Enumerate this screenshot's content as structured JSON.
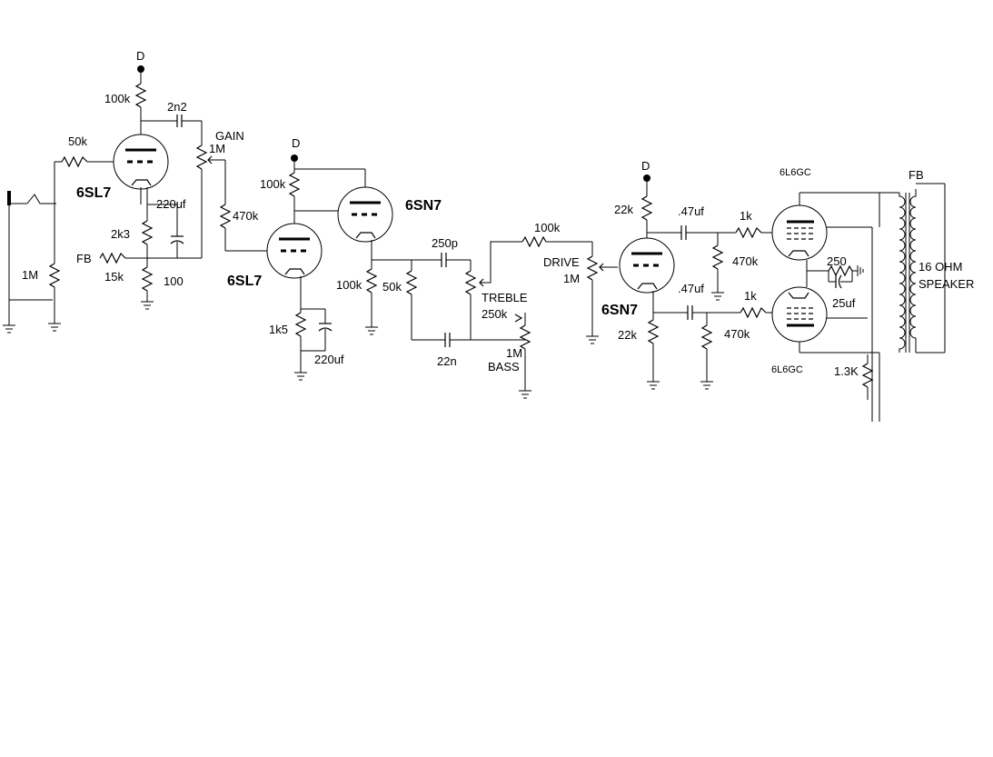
{
  "tubes": {
    "v1": "6SL7",
    "v2": "6SL7",
    "v3": "6SN7",
    "v4": "6SN7",
    "power_top": "6L6GC",
    "power_bottom": "6L6GC"
  },
  "supply": {
    "d1": "D",
    "d2": "D",
    "d3": "D"
  },
  "components": {
    "r_in_1m": "1M",
    "r_grid_50k": "50k",
    "r_plate1_100k": "100k",
    "c_2n2": "2n2",
    "gain_label": "GAIN",
    "gain_value": "1M",
    "c_220uf_1": "220uf",
    "r_2k3": "2k3",
    "fb_label_1": "FB",
    "r_15k": "15k",
    "r_100": "100",
    "r_470k_1": "470k",
    "r_plate2_100k": "100k",
    "r_1k5": "1k5",
    "c_220uf_2": "220uf",
    "r_cathode_100k": "100k",
    "r_50k": "50k",
    "c_250p": "250p",
    "treble_label": "TREBLE",
    "treble_value": "250k",
    "c_22n": "22n",
    "bass_value": "1M",
    "bass_label": "BASS",
    "r_100k_top": "100k",
    "drive_label": "DRIVE",
    "drive_value": "1M",
    "r_22k_top": "22k",
    "c_47uf_top": ".47uf",
    "r_1k_top": "1k",
    "r_470k_top": "470k",
    "r_22k_bottom": "22k",
    "c_47uf_bottom": ".47uf",
    "r_1k_bottom": "1k",
    "r_470k_bottom": "470k",
    "r_250": "250",
    "c_25uf": "25uf",
    "r_1_3k": "1.3K",
    "fb_label_2": "FB",
    "speaker_line1": "16 OHM",
    "speaker_line2": "SPEAKER"
  }
}
